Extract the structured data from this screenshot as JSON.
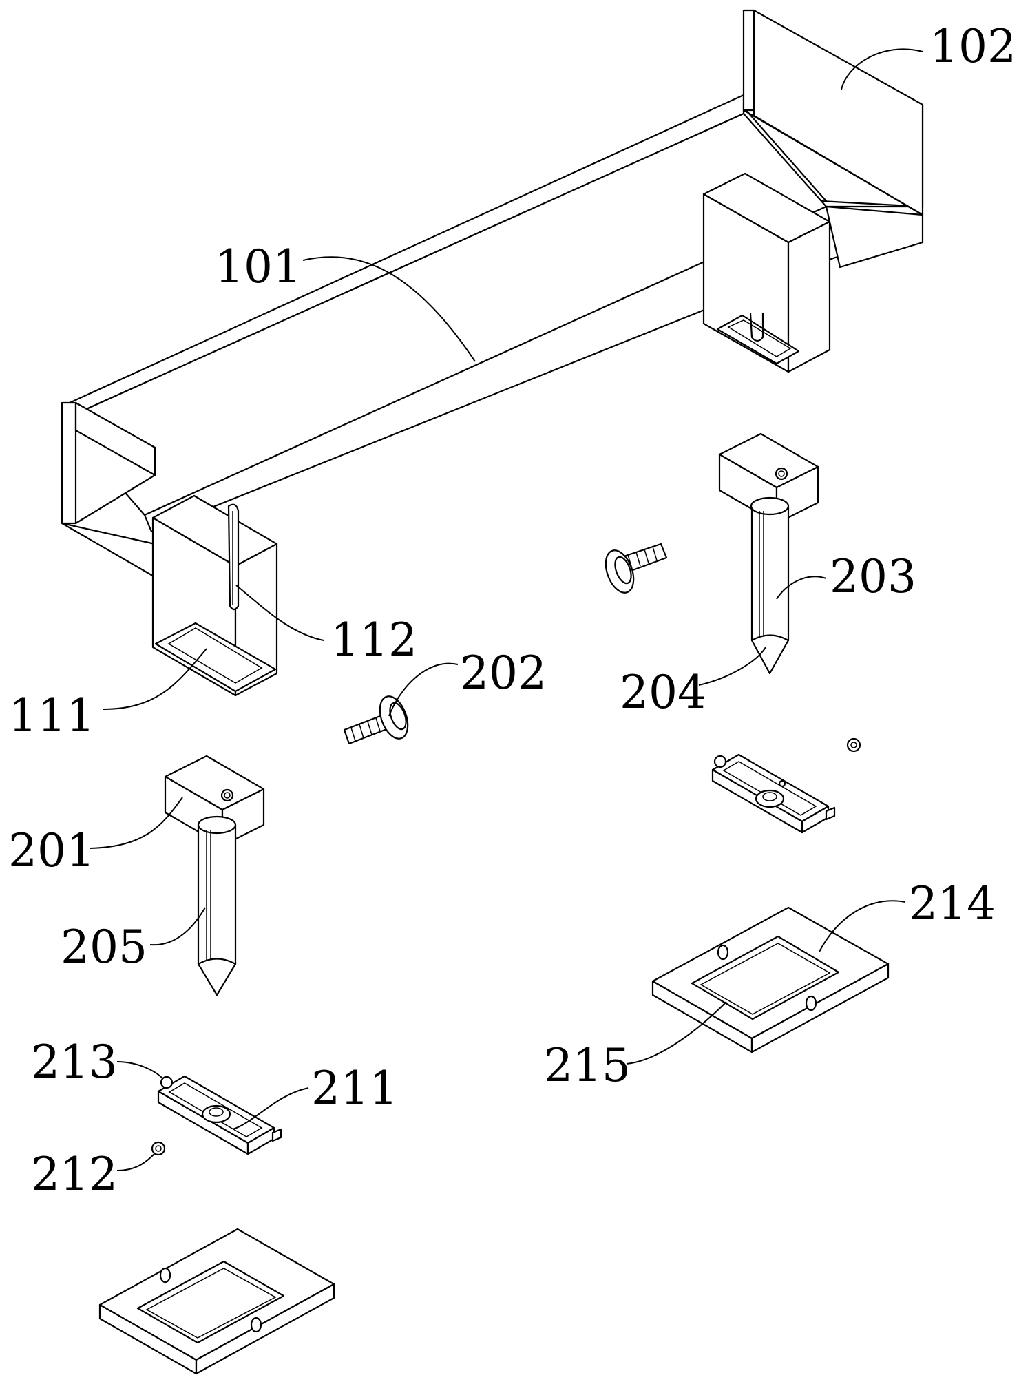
{
  "labels": {
    "l101": "101",
    "l102": "102",
    "l111": "111",
    "l112": "112",
    "l201": "201",
    "l202": "202",
    "l203": "203",
    "l204": "204",
    "l205": "205",
    "l211": "211",
    "l212": "212",
    "l213": "213",
    "l214": "214",
    "l215": "215"
  }
}
